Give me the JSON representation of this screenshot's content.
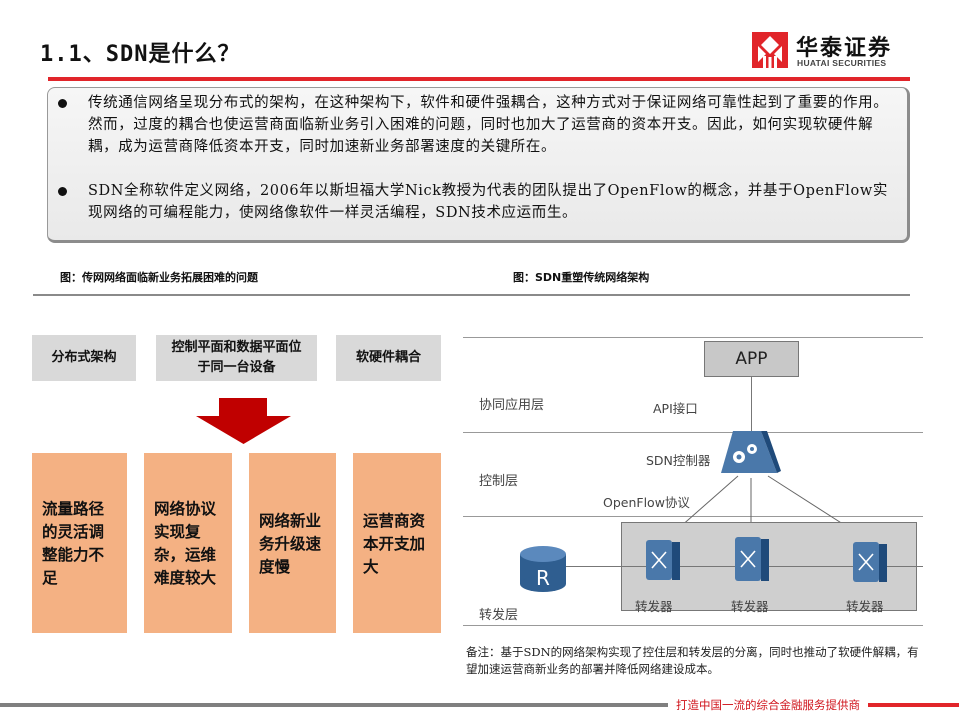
{
  "header": {
    "title": "1.1、SDN是什么？",
    "logo": {
      "name_cn": "华泰证券",
      "name_en": "HUATAI SECURITIES",
      "brand_color": "#e1252a"
    }
  },
  "summary": {
    "bullets": [
      "传统通信网络呈现分布式的架构，在这种架构下，软件和硬件强耦合，这种方式对于保证网络可靠性起到了重要的作用。然而，过度的耦合也使运营商面临新业务引入困难的问题，同时也加大了运营商的资本开支。因此，如何实现软硬件解耦，成为运营商降低资本开支，同时加速新业务部署速度的关键所在。",
      "SDN全称软件定义网络，2006年以斯坦福大学Nick教授为代表的团队提出了OpenFlow的概念，并基于OpenFlow实现网络的可编程能力，使网络像软件一样灵活编程，SDN技术应运而生。"
    ]
  },
  "figures": {
    "left": {
      "caption": "图：传网网络面临新业务拓展困难的问题",
      "causes": [
        "分布式架构",
        "控制平面和数据平面位于同一台设备",
        "软硬件耦合"
      ],
      "arrow_color": "#c00000",
      "problems": [
        "流量路径的灵活调整能力不足",
        "网络协议实现复杂，运维难度较大",
        "网络新业务升级速度慢",
        "运营商资本开支加大"
      ],
      "problem_color": "#f4b183",
      "cause_color": "#d9d9d9"
    },
    "right": {
      "caption": "图：SDN重塑传统网络架构",
      "layers": [
        "协同应用层",
        "控制层",
        "转发层"
      ],
      "app_label": "APP",
      "api_label": "API接口",
      "controller_label": "SDN控制器",
      "protocol_label": "OpenFlow协议",
      "router_label": "R",
      "forwarders": [
        "转发器",
        "转发器",
        "转发器"
      ],
      "device_color": "#3d6fa3",
      "note": "备注：基于SDN的网络架构实现了控住层和转发层的分离，同时也推动了软硬件解耦，有望加速运营商新业务的部署并降低网络建设成本。"
    }
  },
  "footer": {
    "slogan": "打造中国一流的综合金融服务提供商"
  }
}
